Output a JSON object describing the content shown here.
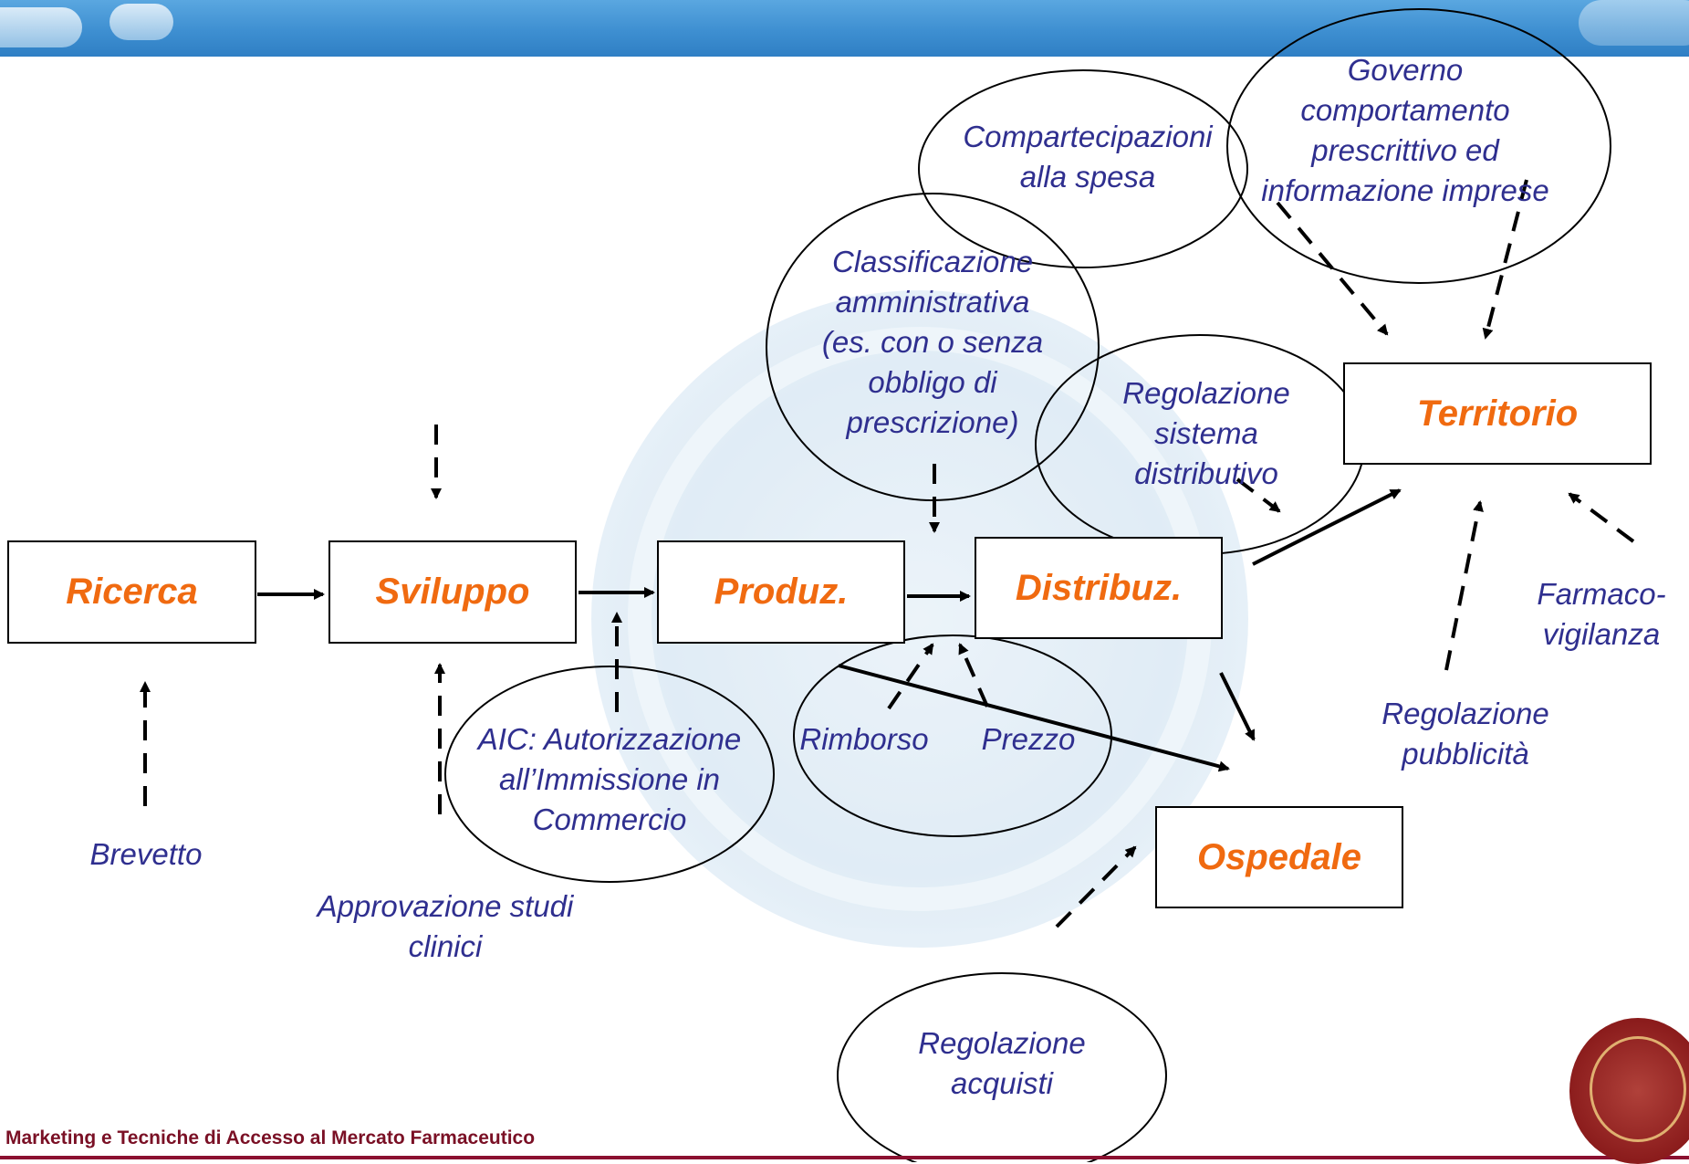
{
  "boxes": {
    "ricerca": "Ricerca",
    "sviluppo": "Sviluppo",
    "produzione": "Produz.",
    "distribuzione": "Distribuz.",
    "territorio": "Territorio",
    "ospedale": "Ospedale"
  },
  "labels": {
    "brevetto": "Brevetto",
    "approvazione": [
      "Approvazione studi",
      "clinici"
    ],
    "aic": [
      "AIC: Autorizzazione",
      "all’Immissione in",
      "Commercio"
    ],
    "rimborso": "Rimborso",
    "prezzo": "Prezzo",
    "classificazione": [
      "Classificazione",
      "amministrativa",
      "(es. con  o senza",
      "obbligo di",
      "prescrizione)"
    ],
    "compartecipazioni": [
      "Compartecipazioni",
      "alla spesa"
    ],
    "governo": [
      "Governo",
      "comportamento",
      "prescrittivo ed",
      "informazione imprese"
    ],
    "regolazione_distributivo": [
      "Regolazione",
      "sistema",
      "distributivo"
    ],
    "farmacovigilanza": [
      "Farmaco-",
      "vigilanza"
    ],
    "regolazione_pubblicita": [
      "Regolazione",
      "pubblicità"
    ],
    "regolazione_acquisti": [
      "Regolazione",
      "acquisti"
    ]
  },
  "footer": "Marketing e Tecniche di Accesso al Mercato Farmaceutico",
  "colors": {
    "box_text": "#f06a10",
    "label_text": "#2f2f8f",
    "header": "#3e8fd1",
    "footer_rule": "#8b1030"
  }
}
